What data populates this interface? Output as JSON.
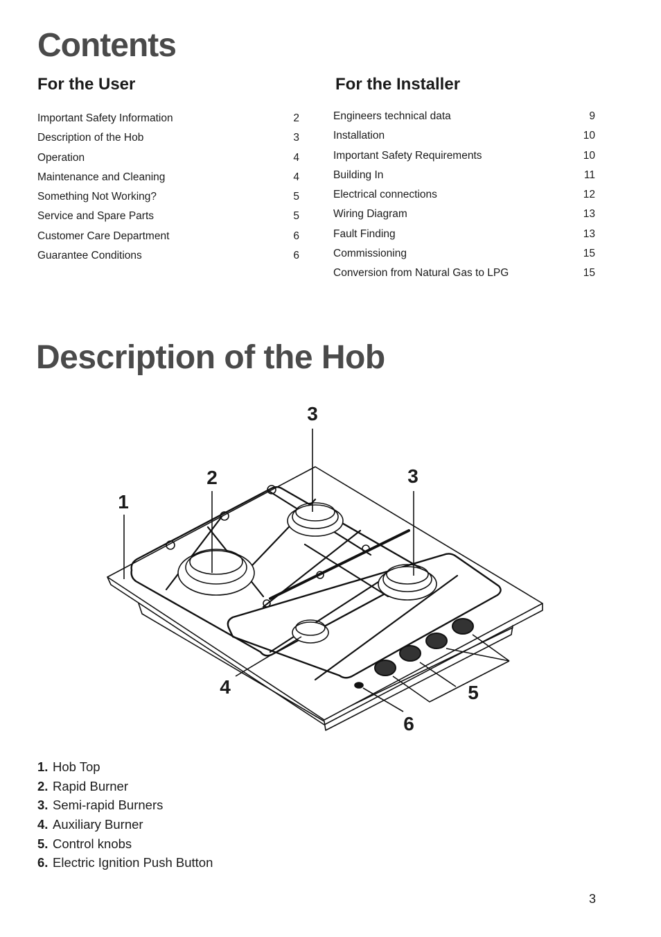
{
  "contents": {
    "title": "Contents",
    "user": {
      "heading": "For the User",
      "items": [
        {
          "label": "Important Safety Information",
          "page": "2"
        },
        {
          "label": "Description of the Hob",
          "page": "3"
        },
        {
          "label": "Operation",
          "page": "4"
        },
        {
          "label": "Maintenance and Cleaning",
          "page": "4"
        },
        {
          "label": "Something Not Working?",
          "page": "5"
        },
        {
          "label": "Service and Spare Parts",
          "page": "5"
        },
        {
          "label": "Customer Care Department",
          "page": "6"
        },
        {
          "label": "Guarantee Conditions",
          "page": "6"
        }
      ]
    },
    "installer": {
      "heading": "For the Installer",
      "items": [
        {
          "label": "Engineers technical data",
          "page": "9"
        },
        {
          "label": "Installation",
          "page": "10"
        },
        {
          "label": "Important Safety Requirements",
          "page": "10"
        },
        {
          "label": "Building In",
          "page": "11"
        },
        {
          "label": "Electrical connections",
          "page": "12"
        },
        {
          "label": "Wiring Diagram",
          "page": "13"
        },
        {
          "label": "Fault Finding",
          "page": "13"
        },
        {
          "label": "Commissioning",
          "page": "15"
        },
        {
          "label": "Conversion from Natural Gas to LPG",
          "page": "15"
        }
      ]
    }
  },
  "description": {
    "title": "Description of the Hob",
    "callouts": {
      "hob_top": "1",
      "rapid": "2",
      "semi_rapid_rear": "3",
      "semi_rapid_right": "3",
      "auxiliary": "4",
      "knobs": "5",
      "ignition": "6"
    },
    "legend": [
      {
        "num": "1.",
        "label": "Hob Top"
      },
      {
        "num": "2.",
        "label": "Rapid Burner"
      },
      {
        "num": "3.",
        "label": "Semi-rapid Burners"
      },
      {
        "num": "4.",
        "label": "Auxiliary Burner"
      },
      {
        "num": "5.",
        "label": "Control knobs"
      },
      {
        "num": "6.",
        "label": "Electric Ignition Push Button"
      }
    ]
  },
  "page_number": "3"
}
